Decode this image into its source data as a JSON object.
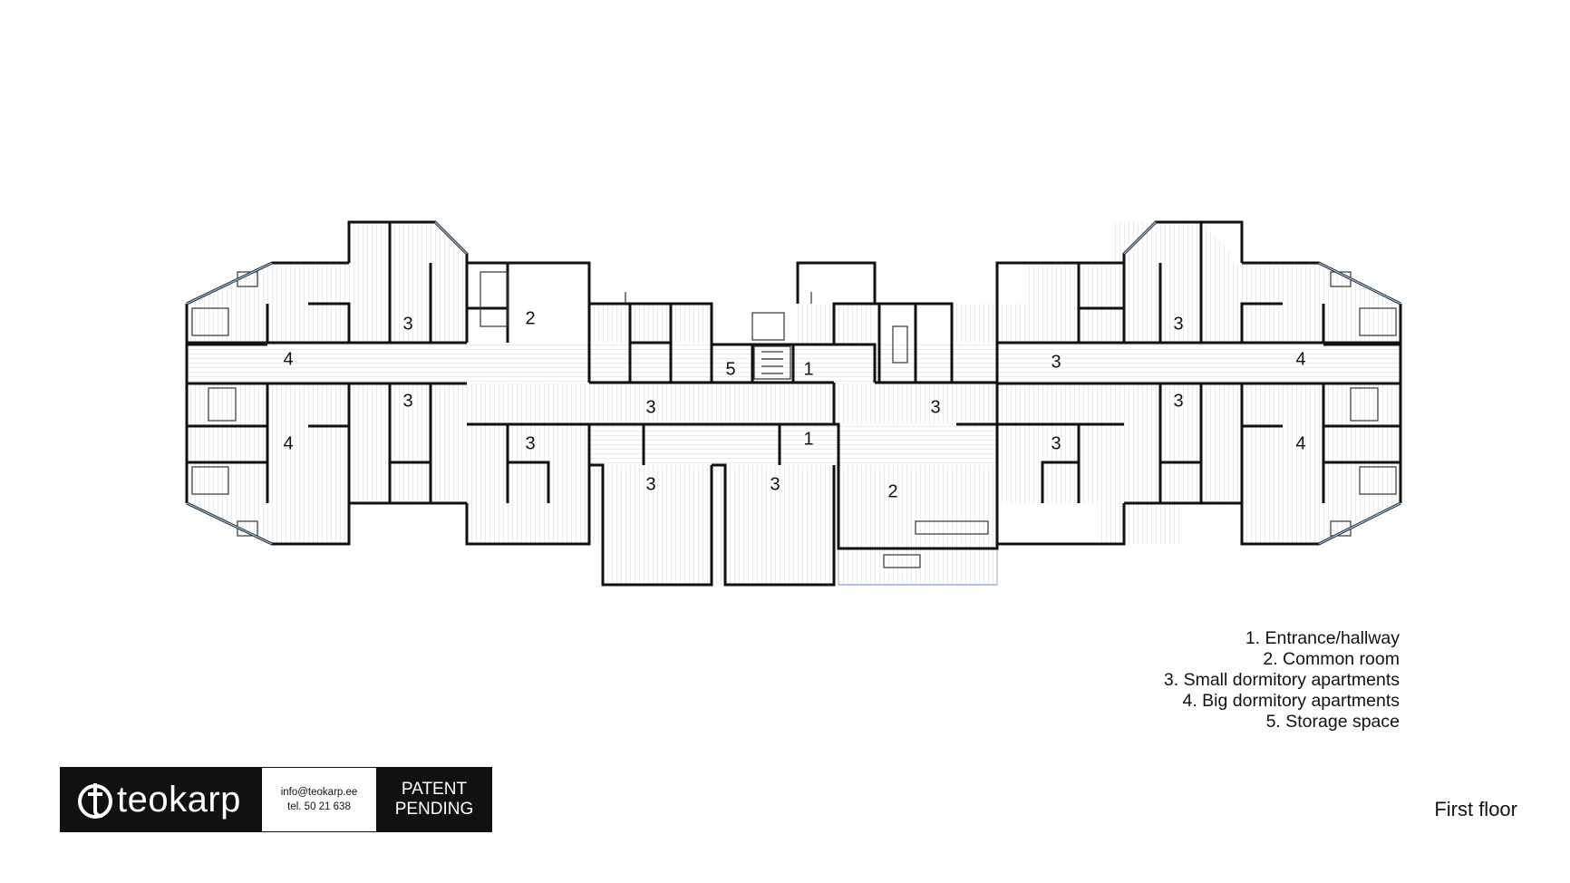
{
  "plan": {
    "room_labels": [
      "1",
      "2",
      "3",
      "4",
      "5"
    ],
    "view_name": "First floor"
  },
  "legend": {
    "items": [
      "1. Entrance/hallway",
      "2. Common room",
      "3. Small dormitory apartments",
      "4. Big dormitory apartments",
      "5. Storage space"
    ]
  },
  "brand": {
    "name": "teokarp",
    "email": "info@teokarp.ee",
    "phone": "tel. 50 21 638",
    "patent_line1": "PATENT",
    "patent_line2": "PENDING"
  },
  "colors": {
    "wall": "#111111",
    "floor_hatch": "#d6dadd",
    "glass": "#8fb3d9",
    "brand_bg": "#111111"
  }
}
